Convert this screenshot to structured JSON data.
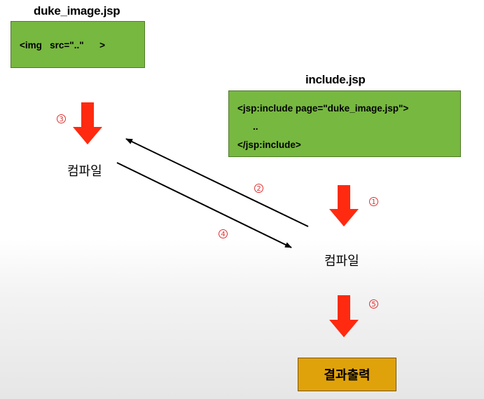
{
  "duke_image": {
    "title": "duke_image.jsp",
    "code": [
      "<img   src=\"..\"      >"
    ]
  },
  "include": {
    "title": "include.jsp",
    "code": [
      "<jsp:include page=\"duke_image.jsp\">",
      "..",
      "</jsp:include>"
    ]
  },
  "labels": {
    "compile_left": "컴파일",
    "compile_right": "컴파일",
    "result": "결과출력"
  },
  "steps": {
    "s1": "1",
    "s2": "2",
    "s3": "3",
    "s4": "4",
    "s5": "5"
  },
  "colors": {
    "code_box": "#77b840",
    "result_box": "#e0a20a",
    "arrow": "#ff2a10",
    "step_number": "#e03030"
  }
}
